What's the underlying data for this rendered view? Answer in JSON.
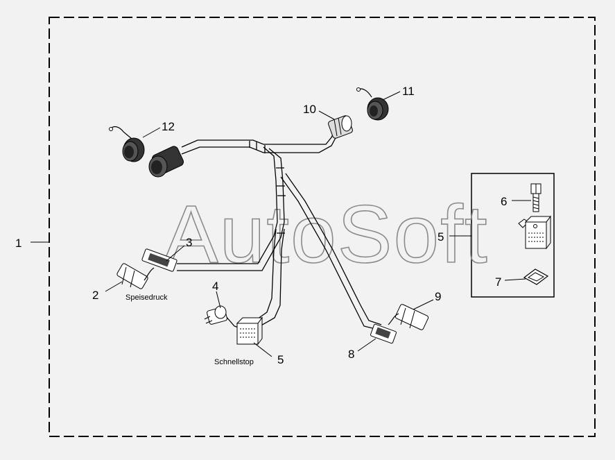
{
  "watermark": "AutoSoft",
  "captions": {
    "feed_pressure": "Speisedruck",
    "quick_stop": "Schnellstop"
  },
  "callouts": {
    "c1": "1",
    "c2": "2",
    "c3": "3",
    "c4": "4",
    "c5_quick_stop": "5",
    "c5_detail": "5",
    "c6": "6",
    "c7": "7",
    "c8": "8",
    "c9": "9",
    "c10": "10",
    "c11": "11",
    "c12": "12"
  },
  "colors": {
    "background": "#f2f2f2",
    "line": "#000000",
    "watermark": "#8a8a8a",
    "connector_dark": "#222222"
  }
}
